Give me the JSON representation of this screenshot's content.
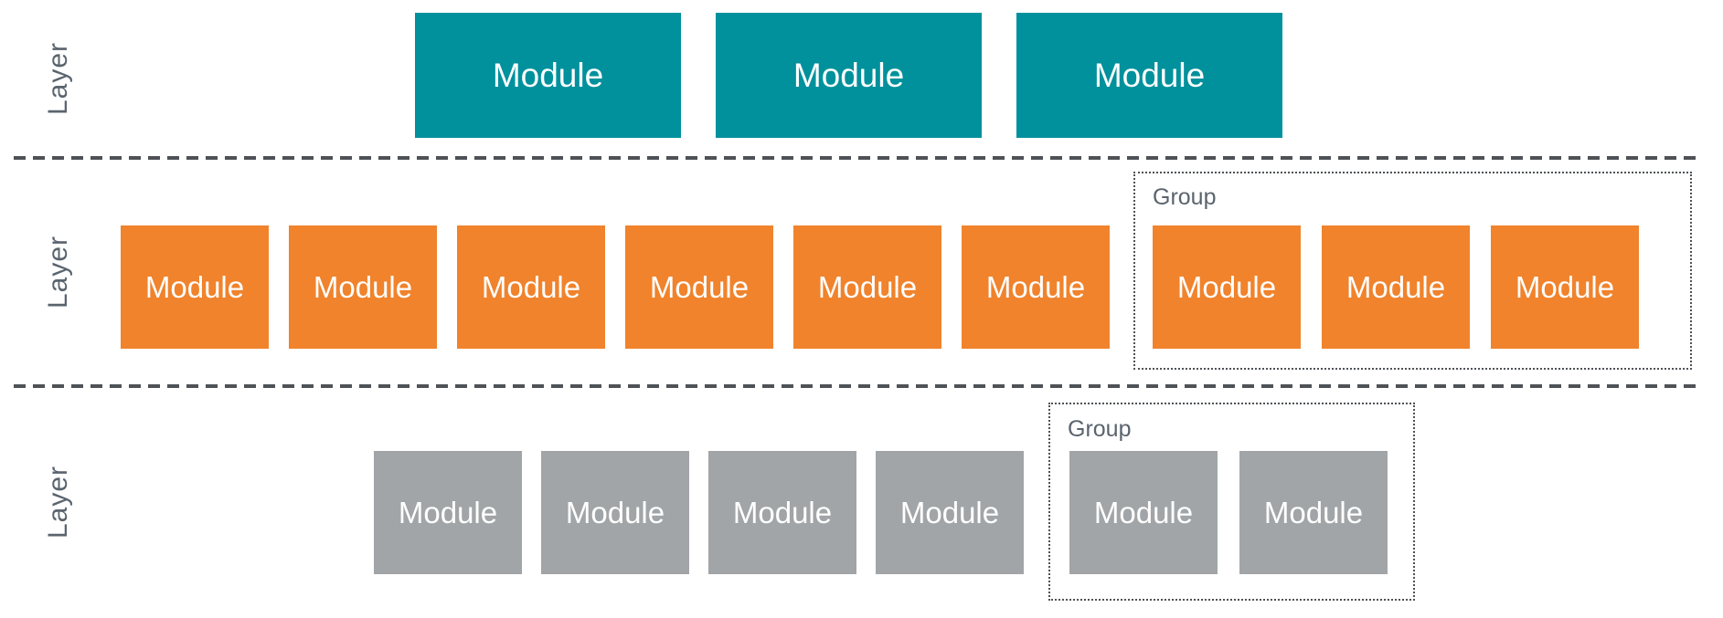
{
  "diagram": {
    "layers": [
      {
        "label": "Layer",
        "modules": [
          "Module",
          "Module",
          "Module"
        ]
      },
      {
        "label": "Layer",
        "modules": [
          "Module",
          "Module",
          "Module",
          "Module",
          "Module",
          "Module"
        ],
        "group": {
          "label": "Group",
          "modules": [
            "Module",
            "Module",
            "Module"
          ]
        }
      },
      {
        "label": "Layer",
        "modules": [
          "Module",
          "Module",
          "Module",
          "Module"
        ],
        "group": {
          "label": "Group",
          "modules": [
            "Module",
            "Module"
          ]
        }
      }
    ],
    "colors": {
      "teal": "#00919C",
      "orange": "#F0832C",
      "gray": "#A1A5A8",
      "line": "#4E5256",
      "label_text": "#5A646E",
      "module_text": "#FFFFFF"
    }
  }
}
